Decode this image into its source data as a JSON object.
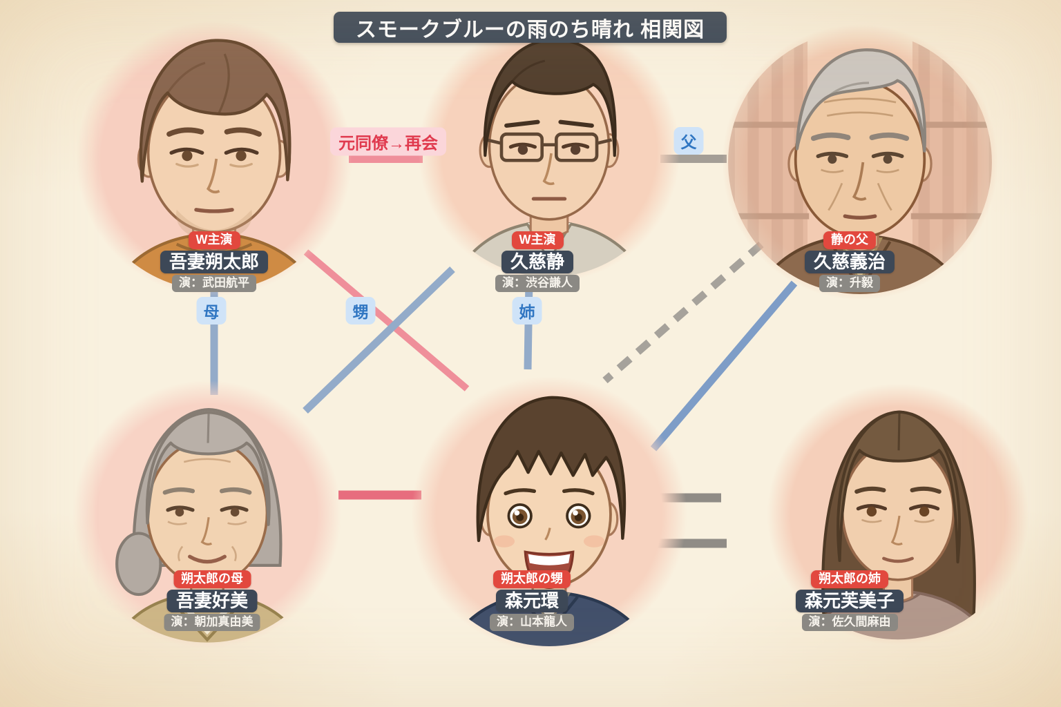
{
  "title": "スモークブルーの雨のち晴れ 相関図",
  "characters": [
    {
      "badge": "W主演",
      "name": "吾妻朔太郎",
      "actor": "演：武田航平"
    },
    {
      "badge": "W主演",
      "name": "久慈静",
      "actor": "演：渋谷謙人"
    },
    {
      "badge": "静の父",
      "name": "久慈義治",
      "actor": "演：升毅"
    },
    {
      "badge": "朔太郎の母",
      "name": "吾妻好美",
      "actor": "演：朝加真由美"
    },
    {
      "badge": "朔太郎の甥",
      "name": "森元環",
      "actor": "演：山本龍人"
    },
    {
      "badge": "朔太郎の姉",
      "name": "森元芙美子",
      "actor": "演：佐久間麻由"
    }
  ],
  "relations": [
    {
      "label": "元同僚→再会",
      "style": "pink"
    },
    {
      "label": "父",
      "style": "blue"
    },
    {
      "label": "母",
      "style": "blue"
    },
    {
      "label": "甥",
      "style": "blue"
    },
    {
      "label": "姉",
      "style": "blue"
    }
  ],
  "colors": {
    "background": "#f9f1df",
    "title_plate": "#414d5c",
    "badge_red": "#e2483e",
    "name_plate": "#3d4857",
    "actor_plate": "#8b8984",
    "label_blue_bg": "#cfe3f8",
    "label_blue_text": "#3076c2",
    "label_pink_bg": "#fbd6da",
    "label_pink_text": "#e03a4e",
    "line_pink": "#ef8f9a",
    "line_pink_deep": "#e76d7e",
    "line_blue": "#93abc9",
    "line_blue_strong": "#7e9dc7",
    "line_gray": "#a49e96",
    "line_gray_deep": "#908c86",
    "line_dashed_gray": "#a6a29b"
  }
}
